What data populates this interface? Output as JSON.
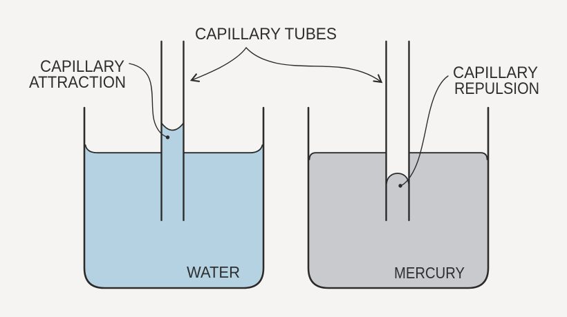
{
  "diagram": {
    "description": "Capillary action diagram comparing water (capillary attraction) and mercury (capillary repulsion)",
    "labels": {
      "tubes": "CAPILLARY TUBES",
      "attraction": {
        "line1": "CAPILLARY",
        "line2": "ATTRACTION"
      },
      "repulsion": {
        "line1": "CAPILLARY",
        "line2": "REPULSION"
      },
      "water": "WATER",
      "mercury": "MERCURY"
    },
    "colors": {
      "background": "#f5f4f2",
      "water": "#b5d2e2",
      "mercury": "#c8cacd",
      "line": "#2b2b2b",
      "text": "#2e2e2e"
    }
  }
}
